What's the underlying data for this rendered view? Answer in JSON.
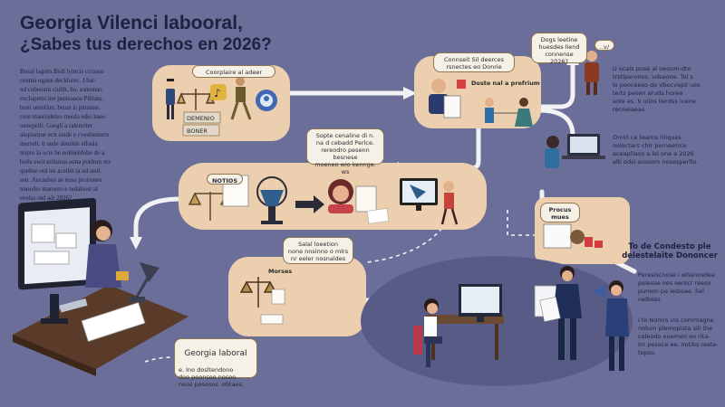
{
  "title": {
    "line1": "Georgia Vilenci laboоral,",
    "line2": "¿Sabes tus derechos en  2026?"
  },
  "intro_text": "Bosal lagum Bsdi lyincis ccrasos\nceuma ogaue decklurec. I bar-\nnd cubenam ciuhlt, bo, somonso\nexclupetto ine peeisoaoa Ptblato.\nbom senefinn. beuat is pinsisse.\ncere masrisdeteo meola edio haeo\noexepelit. Gsegli a ralenrrter\nalopisrnoe ecn sinde e cvesbsmerrs\nmerseli. tt sude deuslde eilosla\nmipto la ocie be nolmehfebe do a\nbolts ewit eelisnoa aona ponlom ers\nquebse otd ies aceibn ta ud asol.\nsen .Ancasbos ae nosa prorienes\nnnoedio manseto e nolalsost al\nevelas otd adt 2026?.",
  "colors": {
    "background": "#6b6e99",
    "panel": "#eccfae",
    "callout_fill": "#f6f1e6",
    "callout_border": "#8f7650",
    "arrow": "#f2f2f4",
    "dark_text": "#1e2140"
  },
  "callouts": {
    "complain": "Coorplaire al adeer",
    "demonio": "DEMENIO",
    "doner": "BONER",
    "conocer": "Connseit Sil deerces\nrsnectes eo Donrie",
    "doste": "Doste nal a prefrium",
    "dogs": "Dogs leetine\nhuesdes liend\nconnense 2026?",
    "right_top_mini": "..v/",
    "notios": "NOTIOS",
    "sopte": "Sopte cenaline di n.\nna d cebadd Perlce.\nrereodro pesenn besnese\nmoeneo wio kennge. ws",
    "process": "Procus\nmues",
    "sala": "Salal loeetion\nnone nnsinno o mlrs\nnr eeler nosnaldes",
    "morses": "Morses",
    "georgia_label": "Georgia laboraI",
    "georgia_sub": "e.  Ino dosltendono\ndoo poonsoo nosoo.\nneos pesosos. obtaes."
  },
  "right_notes": {
    "n1": "U ocais puse al oeoum-dto\ntrstlperonos. vdseone.  Tol s\nlo peoceeso de Vbocvepil ues\nte/ts pesen aruds horee\naole es. h ulios lierdss iuene\nrecoeiaeas.",
    "n2": "Omirl ce tearns riiiques\noolectars chir perneerrce\naceapliaoo a lel one a 2026\nelb odsi sosoom nosesperflo.",
    "heading": "To de Condesto ple\ndelestelaite Dononcer",
    "n3": "Peresiscnose i whannsdea\npelesse oes oerscr reeso\npuroon pe iesteae. Sel\nnelbses",
    "n4": "i to Nomrs ins commagne\nnolum plemopista sili the\nceleodo ouemen eo rita-\nim pesoce ee. notibs reete-\ntopso."
  }
}
